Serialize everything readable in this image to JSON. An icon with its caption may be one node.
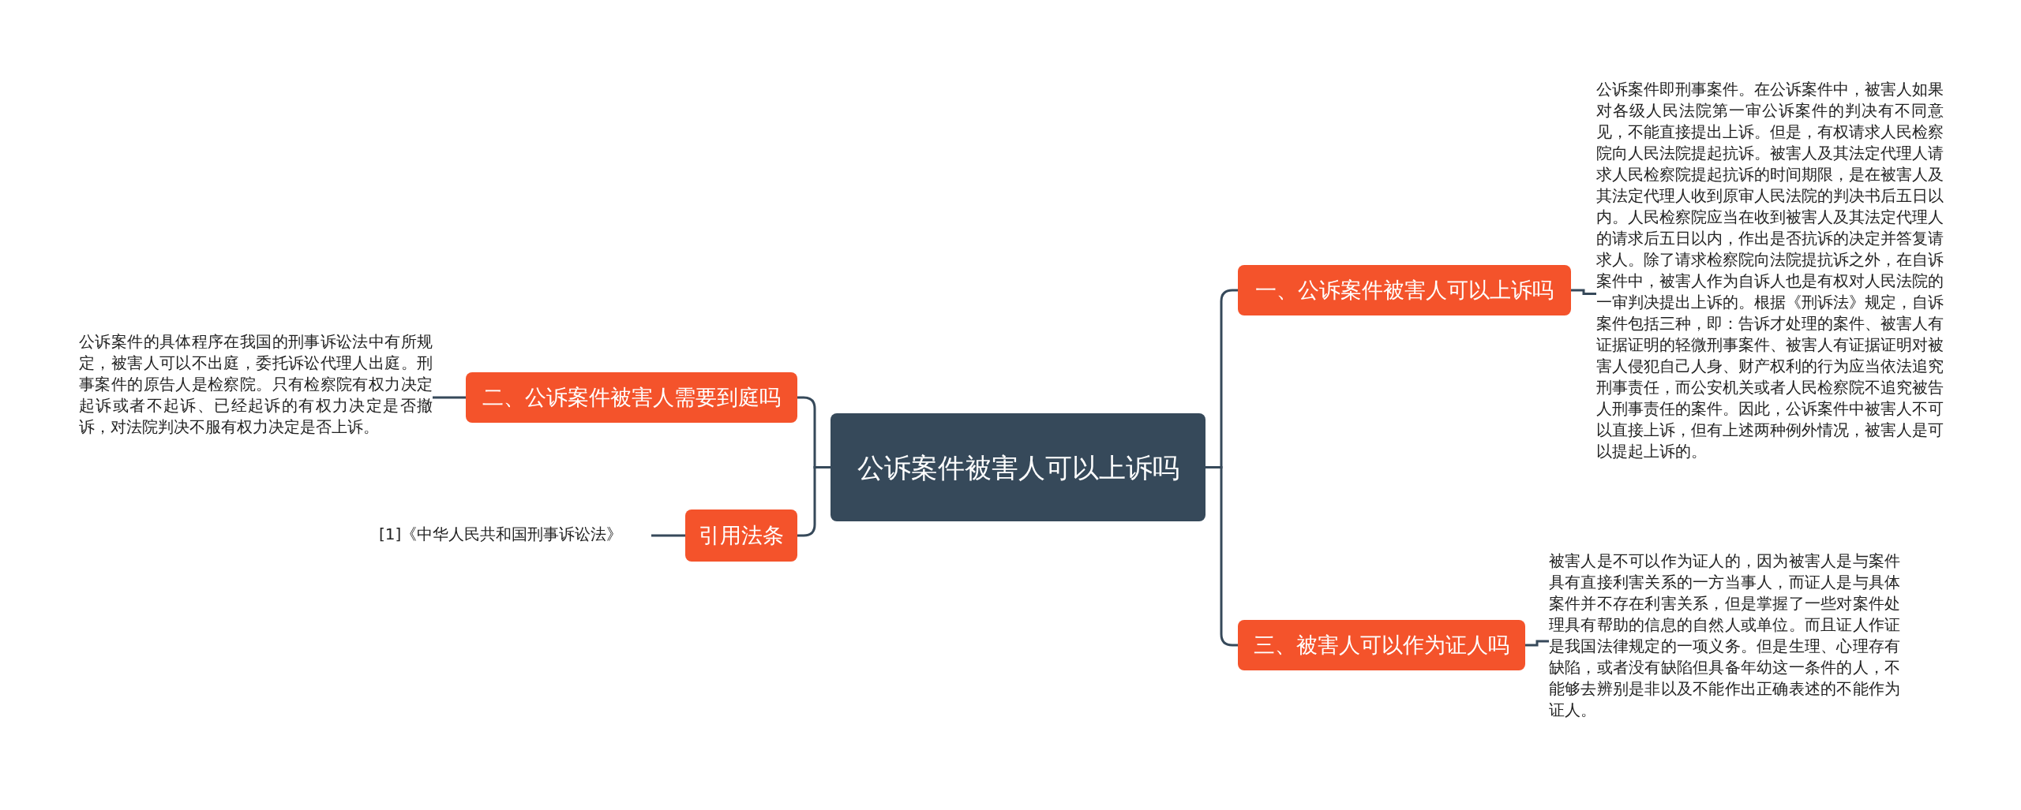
{
  "diagram": {
    "nodes": [
      {
        "text": [
          "公诉案件被害人可以上诉吗"
        ]
      },
      {
        "text": [
          "二、公诉案件被害人需要到庭吗"
        ]
      },
      {
        "text": [
          "公诉案件的具体程序在我国的刑事诉讼法中有所规定，被害人可以不出庭，委托诉讼代理人出庭。刑事案件的原告人是检察院。只有检察院有权力决定起诉或者不起诉、已经起诉的有权力决定是否撤诉，对法院判决不服有权力决定是否上诉。"
        ]
      },
      {
        "text": [
          "引用法条"
        ]
      },
      {
        "text": [
          "[1]《中华人民共和国刑事诉讼法》"
        ]
      },
      {
        "text": [
          "一、公诉案件被害人可以上诉吗"
        ]
      },
      {
        "text": [
          "公诉案件即刑事案件。在公诉案件中，被害人如果对各级人民法院第一审公诉案件的判决有不同意见，不能直接提出上诉。但是，有权请求人民检察院向人民法院提起抗诉。被害人及其法定代理人请求人民检察院提起抗诉的时间期限，是在被害人及其法定代理人收到原审人民法院的判决书后五日以内。人民检察院应当在收到被害人及其法定代理人的请求后五日以内，作出是否抗诉的决定并答复请求人。除了请求检察院向法院提抗诉之外，在自诉案件中，被害人作为自诉人也是有权对人民法院的一审判决提出上诉的。根据《刑诉法》规定，自诉案件包括三种，即：告诉才处理的案件、被害人有证据证明的轻微刑事案件、被害人有证据证明对被害人侵犯自己人身、财产权利的行为应当依法追究刑事责任，而公安机关或者人民检察院不追究被告人刑事责任的案件。因此，公诉案件中被害人不可以直接上诉，但有上述两种例外情况，被害人是可以提起上诉的。"
        ]
      },
      {
        "text": [
          "三、被害人可以作为证人吗"
        ]
      },
      {
        "text": [
          "被害人是不可以作为证人的，因为被害人是与案件具有直接利害关系的一方当事人，而证人是与具体案件并不存在利害关系，但是掌握了一些对案件处理具有帮助的信息的自然人或单位。而且证人作证是我国法律规定的一项义务。但是生理、心理存有缺陷，或者没有缺陷但具备年幼这一条件的人，不能够去辨别是非以及不能作出正确表述的不能作为证人。"
        ]
      }
    ],
    "edges": [
      {
        "from": 0,
        "to": 1,
        "arrow": "none"
      },
      {
        "from": 1,
        "to": 2,
        "arrow": "none"
      },
      {
        "from": 0,
        "to": 3,
        "arrow": "none"
      },
      {
        "from": 3,
        "to": 4,
        "arrow": "none"
      },
      {
        "from": 0,
        "to": 5,
        "arrow": "none"
      },
      {
        "from": 5,
        "to": 6,
        "arrow": "none"
      },
      {
        "from": 0,
        "to": 7,
        "arrow": "none"
      },
      {
        "from": 7,
        "to": 8,
        "arrow": "none"
      }
    ]
  }
}
